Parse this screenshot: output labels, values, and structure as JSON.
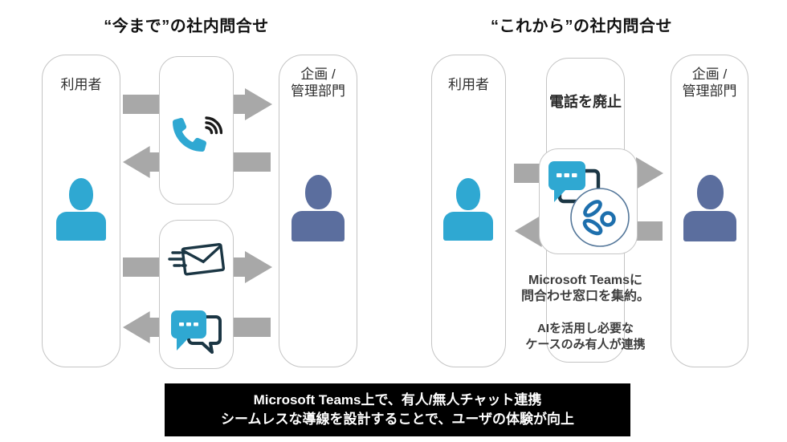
{
  "slide": {
    "kind": "comparison-diagram",
    "language": "ja"
  },
  "colors": {
    "accent_blue": "#2fa8d2",
    "slate_blue": "#5b6e9e",
    "arrow_gray": "#a8a8a8",
    "outline_navy": "#1b3644",
    "border_gray": "#c4c4c4",
    "share_icon_blue": "#1d6fad",
    "banner_bg": "#000000",
    "banner_text": "#ffffff",
    "title_text": "#111111"
  },
  "left_diagram": {
    "title": "“今まで”の社内問合せ",
    "user_label": "利用者",
    "dept_label_line1": "企画 /",
    "dept_label_line2": "管理部門",
    "icons": [
      "user-icon",
      "phone-icon",
      "signal-waves-icon",
      "speeding-email-icon",
      "chat-bubbles-icon",
      "staff-icon",
      "arrow-right-icon",
      "arrow-left-icon"
    ]
  },
  "right_diagram": {
    "title": "“これから”の社内問合せ",
    "user_label": "利用者",
    "phone_note": "電話を廃止",
    "dept_label_line1": "企画 /",
    "dept_label_line2": "管理部門",
    "caption1_line1": "Microsoft Teamsに",
    "caption1_line2": "問合わせ窓口を集約。",
    "caption2_line1": "AIを活用し必要な",
    "caption2_line2": "ケースのみ有人が連携",
    "icons": [
      "user-icon",
      "teams-chat-icon",
      "automation-share-icon",
      "staff-icon",
      "arrow-right-icon",
      "arrow-left-icon"
    ]
  },
  "banner": {
    "line1": "Microsoft Teams上で、有人/無人チャット連携",
    "line2": "シームレスな導線を設計することで、ユーザの体験が向上"
  }
}
